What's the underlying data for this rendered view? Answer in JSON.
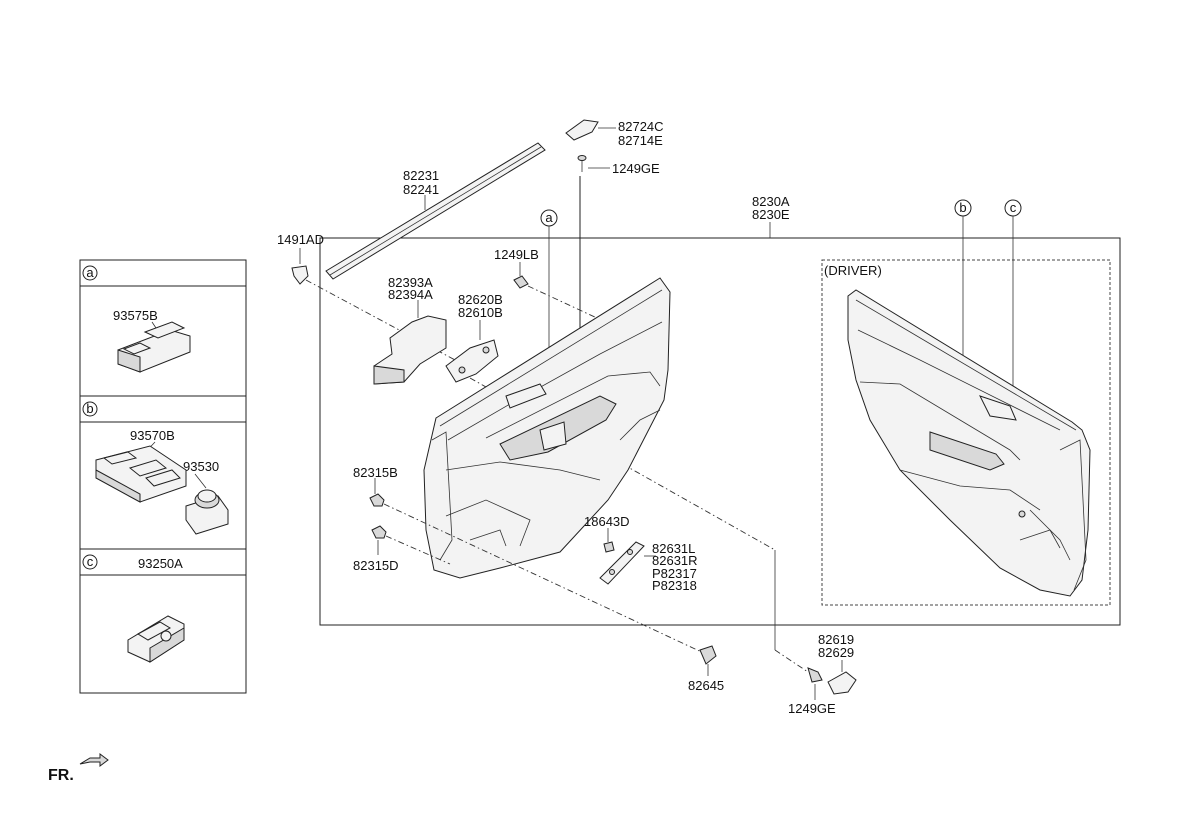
{
  "callouts": {
    "a": "a",
    "b": "b",
    "c": "c"
  },
  "labels": {
    "p82724c": "82724C",
    "p82714e": "82714E",
    "p1249ge_top": "1249GE",
    "p82231": "82231",
    "p82241": "82241",
    "p8230a": "8230A",
    "p8230e": "8230E",
    "p1491ad": "1491AD",
    "p1249lb": "1249LB",
    "p82393a": "82393A",
    "p82394a": "82394A",
    "p82620b": "82620B",
    "p82610b": "82610B",
    "p82315b": "82315B",
    "p82315d": "82315D",
    "p18643d": "18643D",
    "p82631l": "82631L",
    "p82631r": "82631R",
    "pp82317": "P82317",
    "pp82318": "P82318",
    "p82645": "82645",
    "p82619": "82619",
    "p82629": "82629",
    "p1249ge_bottom": "1249GE",
    "driver": "(DRIVER)"
  },
  "legend": {
    "a_part": "93575B",
    "b_part1": "93570B",
    "b_part2": "93530",
    "c_part": "93250A"
  },
  "fr_label": "FR."
}
